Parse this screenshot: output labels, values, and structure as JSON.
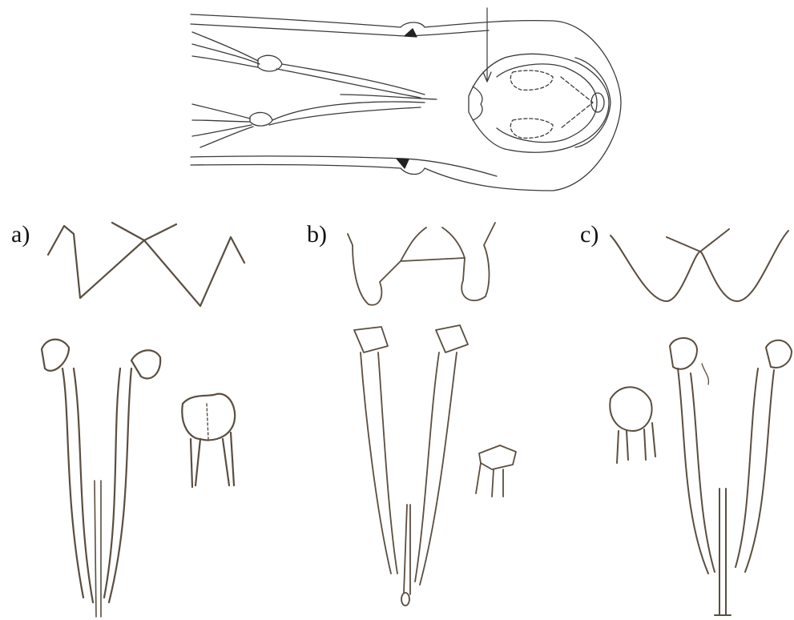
{
  "panels": [
    {
      "id": "a",
      "label": "a)"
    },
    {
      "id": "b",
      "label": "b)"
    },
    {
      "id": "c",
      "label": "c)"
    }
  ],
  "colors": {
    "ink_dark": "#3a3a3a",
    "ink_brown": "#5a4e40",
    "paper": "#ffffff"
  }
}
